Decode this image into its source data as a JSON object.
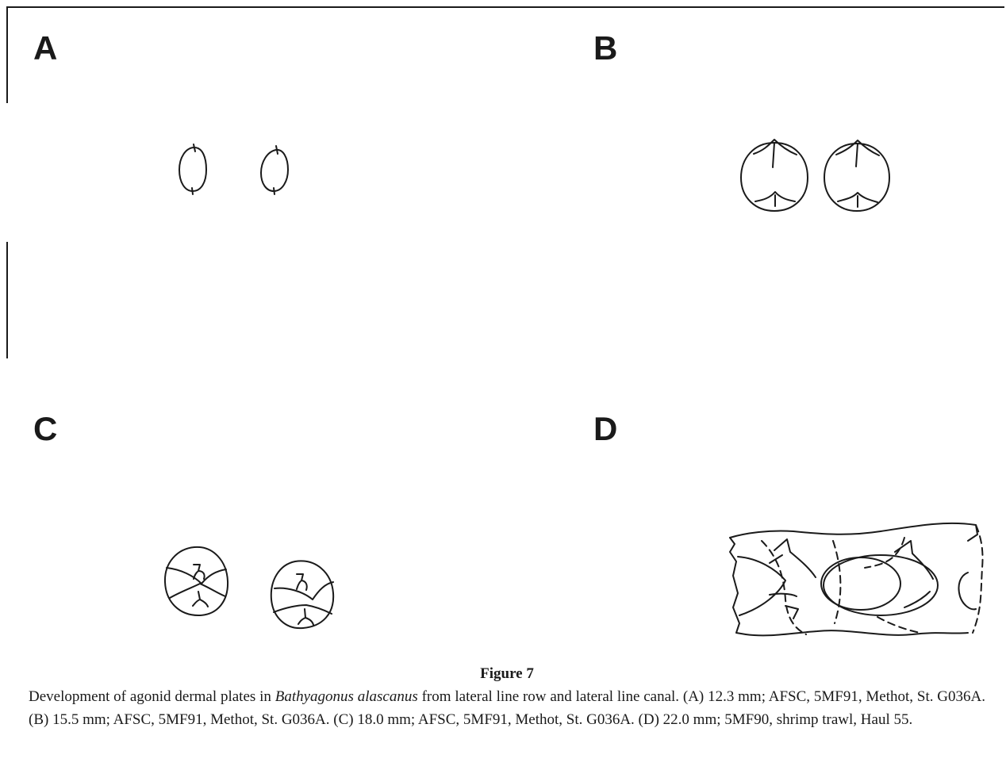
{
  "figure": {
    "panels": [
      {
        "id": "a",
        "label": "A"
      },
      {
        "id": "b",
        "label": "B"
      },
      {
        "id": "c",
        "label": "C"
      },
      {
        "id": "d",
        "label": "D"
      }
    ],
    "caption": {
      "title": "Figure 7",
      "text_before_species": "Development of agonid dermal plates in ",
      "species": "Bathyagonus alascanus",
      "text_after_species": " from lateral line row and lateral line canal. (A) 12.3 mm; AFSC, 5MF91, Methot, St. G036A. (B) 15.5 mm; AFSC, 5MF91, Methot, St. G036A. (C) 18.0 mm; AFSC, 5MF91, Methot, St. G036A. (D) 22.0 mm; 5MF90, shrimp trawl, Haul 55."
    }
  }
}
